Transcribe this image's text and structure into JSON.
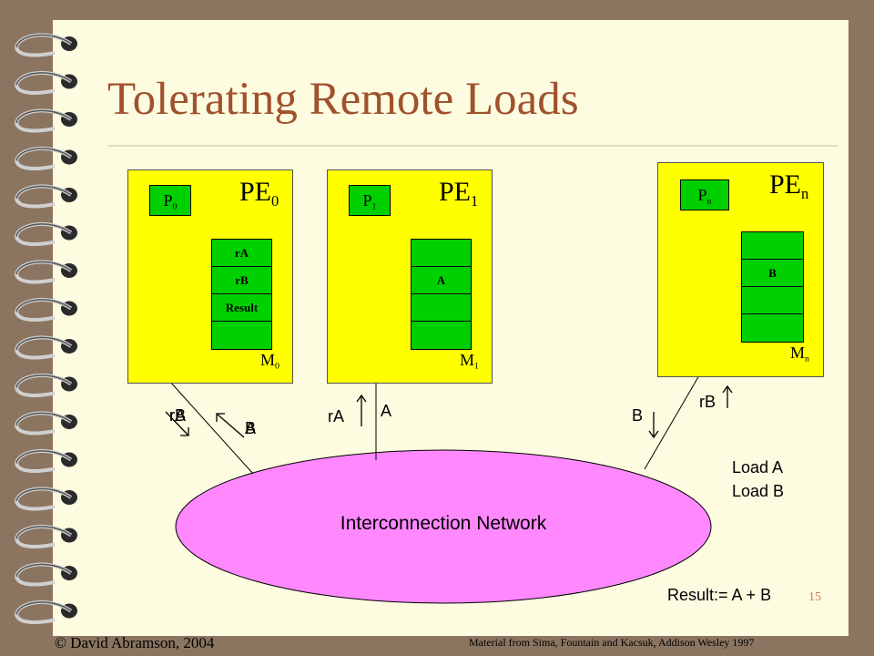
{
  "title": "Tolerating Remote Loads",
  "pes": [
    {
      "label": "PE",
      "sub": "0",
      "proc": "P",
      "proc_sub": "0",
      "mem": "M",
      "mem_sub": "0",
      "cells": [
        "rA",
        "rB",
        "Result",
        ""
      ]
    },
    {
      "label": "PE",
      "sub": "1",
      "proc": "P",
      "proc_sub": "1",
      "mem": "M",
      "mem_sub": "1",
      "cells": [
        "",
        "A",
        "",
        ""
      ]
    },
    {
      "label": "PE",
      "sub": "n",
      "proc": "P",
      "proc_sub": "n",
      "mem": "M",
      "mem_sub": "n",
      "cells": [
        "",
        "B",
        "",
        ""
      ]
    }
  ],
  "network_label": "Interconnection Network",
  "messages": {
    "pe0_out_a": "rA",
    "pe0_out_b": "rB",
    "pe0_in_a": "A",
    "pe0_in_b": "B",
    "pe1_in": "rA",
    "pe1_out": "A",
    "pen_in": "rB",
    "pen_out": "B"
  },
  "code": {
    "line1": "Load A",
    "line2": "Load B",
    "line3": "Result:= A + B"
  },
  "page_number": "15",
  "footer_left": "© David Abramson, 2004",
  "footer_right": "Material from Sima, Fountain and Kacsuk, Addison Wesley 1997",
  "colors": {
    "background": "#8b7560",
    "paper": "#fdfbe0",
    "title": "#a0522d",
    "pe_box": "#ffff00",
    "memory": "#00d000",
    "network": "#ff88ff"
  }
}
